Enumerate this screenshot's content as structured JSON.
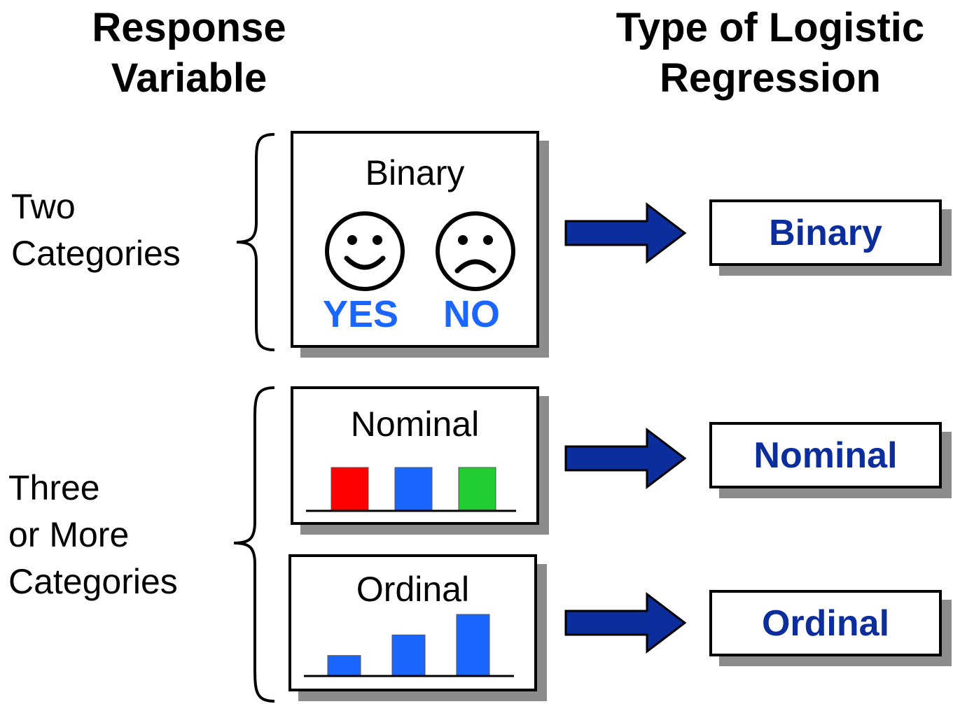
{
  "headers": {
    "left": [
      "Response",
      "Variable"
    ],
    "right": [
      "Type of Logistic",
      "Regression"
    ]
  },
  "groups": {
    "two": [
      "Two",
      "Categories"
    ],
    "three": [
      "Three",
      "or More",
      "Categories"
    ]
  },
  "response_boxes": {
    "binary": {
      "title": "Binary",
      "yes": "YES",
      "no": "NO"
    },
    "nominal": {
      "title": "Nominal",
      "bars": [
        1,
        1,
        1
      ],
      "bar_colors": [
        "#ff0000",
        "#1a66ff",
        "#22cc33"
      ]
    },
    "ordinal": {
      "title": "Ordinal",
      "bars": [
        1,
        2,
        3
      ],
      "bar_color": "#1a66ff"
    }
  },
  "regression_types": {
    "binary": "Binary",
    "nominal": "Nominal",
    "ordinal": "Ordinal"
  },
  "colors": {
    "arrow_fill": "#0c2e9c",
    "type_text": "#0c2e9c",
    "yes_no_text": "#1a66ff",
    "shadow": "#8c8c8c"
  },
  "icons": {
    "face_yes": "smiley-face-icon",
    "face_no": "frowning-face-icon",
    "arrow": "right-arrow-icon",
    "brace": "left-curly-brace"
  }
}
